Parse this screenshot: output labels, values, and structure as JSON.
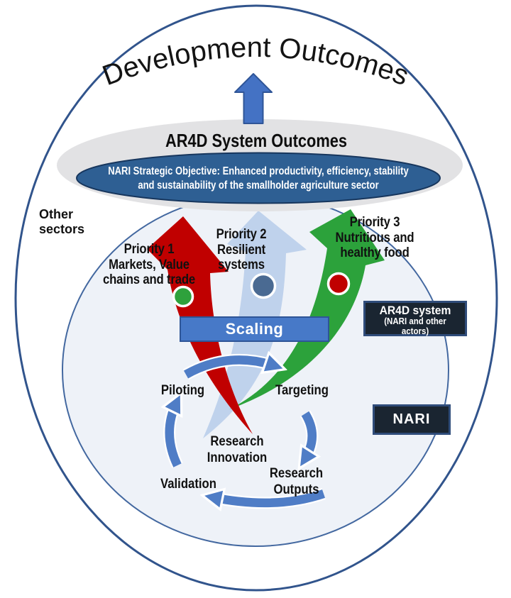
{
  "title": "Development Outcomes",
  "band": {
    "heading": "AR4D System Outcomes",
    "objective_line1": "NARI Strategic Objective: Enhanced productivity, efficiency, stability",
    "objective_line2": "and sustainability of the smallholder agriculture sector"
  },
  "labels": {
    "other_sectors": "Other sectors",
    "scaling": "Scaling"
  },
  "priorities": [
    {
      "name": "Priority 1",
      "description": "Markets, Value chains and trade",
      "arrow_color": "#c00000",
      "dot_color": "#2ea13c"
    },
    {
      "name": "Priority 2",
      "description": "Resilient systems",
      "arrow_color": "#bfd2ec",
      "dot_color": "#4a6a92"
    },
    {
      "name": "Priority 3",
      "description": "Nutritious and healthy food",
      "arrow_color": "#2ca23b",
      "dot_color": "#c00000"
    }
  ],
  "boxes": {
    "ar4d_title": "AR4D system",
    "ar4d_subtitle": "(NARI and other actors)",
    "nari": "NARI"
  },
  "cycle": {
    "piloting": "Piloting",
    "targeting": "Targeting",
    "research_innovation": "Research Innovation",
    "research_outputs": "Research Outputs",
    "validation": "Validation"
  },
  "colors": {
    "outer_border": "#31548c",
    "inner_fill": "#eef2f8",
    "inner_border": "#4368a0",
    "gray_ellipse": "#e2e2e4",
    "objective_fill": "#2e5f93",
    "up_arrow_blue": "#4472c4",
    "cycle_arrow_blue": "#4f7dc6",
    "dark_box_fill": "#1a2531",
    "dark_box_border": "#2f4c7a"
  }
}
